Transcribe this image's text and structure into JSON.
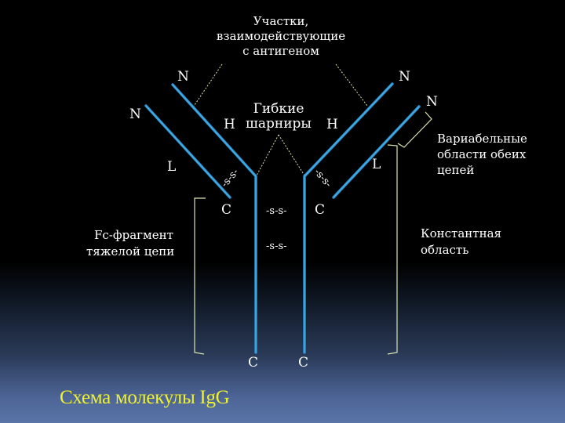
{
  "diagram": {
    "title": "Схема молекулы IgG",
    "labels": {
      "antigen_sites_line1": "Участки,",
      "antigen_sites_line2": "взаимодействующие",
      "antigen_sites_line3": "с антигеном",
      "hinge_line1": "Гибкие",
      "hinge_line2": "шарниры",
      "variable_line1": "Вариабельные",
      "variable_line2": "области обеих",
      "variable_line3": "цепей",
      "fc_line1": "Fc-фрагмент",
      "fc_line2": "тяжелой цепи",
      "constant_line1": "Константная",
      "constant_line2": "область"
    },
    "chain_labels": {
      "n_left_heavy": "N",
      "n_left_light": "N",
      "n_right_heavy": "N",
      "n_right_light": "N",
      "h_left": "H",
      "h_right": "H",
      "l_left": "L",
      "l_right": "L",
      "c_left_upper": "C",
      "c_right_upper": "C",
      "c_left_bottom": "C",
      "c_right_bottom": "C"
    },
    "disulfide": {
      "left_diag": "-s-s-",
      "right_diag": "-s-s-",
      "center_upper": "-s-s-",
      "center_lower": "-s-s-"
    },
    "colors": {
      "chain": "#2e8fd0",
      "chain_glow": "#3fb8e8",
      "pointer": "#d8e6b0",
      "bracket": "#d8e6b0",
      "title": "#f0f22a",
      "text": "#ffffff"
    }
  }
}
